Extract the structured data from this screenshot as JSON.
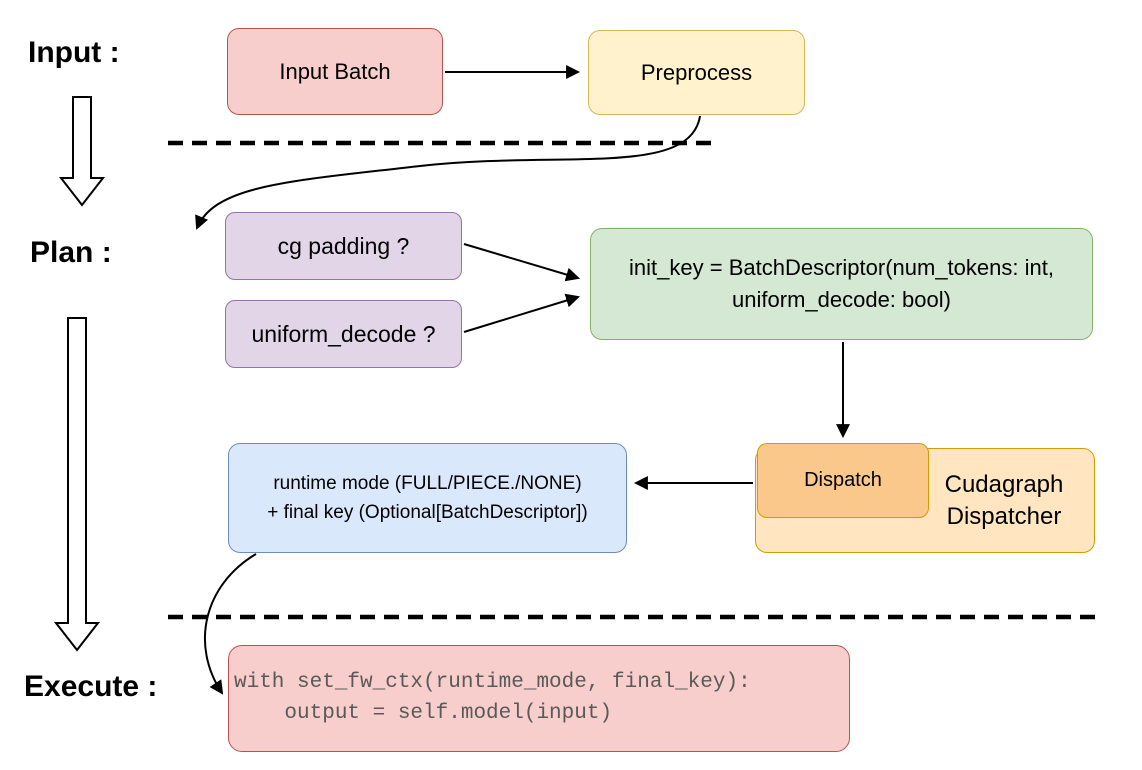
{
  "stages": {
    "input": "Input :",
    "plan": "Plan :",
    "execute": "Execute :"
  },
  "nodes": {
    "input_batch": "Input Batch",
    "preprocess": "Preprocess",
    "cg_padding": "cg padding ?",
    "uniform_decode": "uniform_decode ?",
    "init_key_line1": "init_key = BatchDescriptor(num_tokens: int,",
    "init_key_line2": "uniform_decode: bool)",
    "dispatch": "Dispatch",
    "cudagraph_dispatcher": "Cudagraph Dispatcher",
    "runtime_line1": "runtime mode (FULL/PIECE./NONE)",
    "runtime_line2": "+ final key (Optional[BatchDescriptor])",
    "code_line1": "with set_fw_ctx(runtime_mode, final_key):",
    "code_line2": "    output = self.model(input)"
  },
  "colors": {
    "red_fill": "#f8cecc",
    "red_stroke": "#b85450",
    "yellow_fill": "#fff2cc",
    "yellow_stroke": "#d6b656",
    "purple_fill": "#e1d5e7",
    "purple_stroke": "#9673a6",
    "green_fill": "#d5e8d4",
    "green_stroke": "#82b366",
    "blue_fill": "#dae8fc",
    "blue_stroke": "#6c8ebf",
    "orange_fill": "#ffe6c0",
    "orange_inner_fill": "#fbc88b",
    "orange_stroke": "#d79b00",
    "arrow_color": "#000000",
    "code_text": "#595959"
  }
}
